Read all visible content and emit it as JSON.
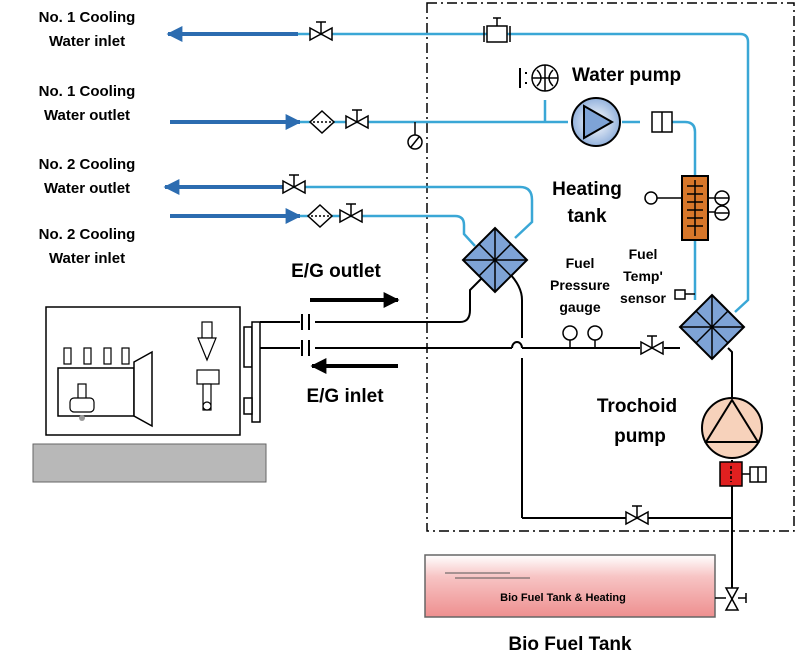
{
  "labels": {
    "no1_cooling_inlet": [
      "No. 1 Cooling",
      "Water inlet"
    ],
    "no1_cooling_outlet": [
      "No. 1 Cooling",
      "Water outlet"
    ],
    "no2_cooling_outlet": [
      "No. 2 Cooling",
      "Water outlet"
    ],
    "no2_cooling_inlet": [
      "No. 2 Cooling",
      "Water inlet"
    ],
    "water_pump": "Water pump",
    "heating_tank": [
      "Heating",
      "tank"
    ],
    "fuel_pressure_gauge": [
      "Fuel",
      "Pressure",
      "gauge"
    ],
    "fuel_temp_sensor": [
      "Fuel",
      "Temp'",
      "sensor"
    ],
    "eg_outlet": "E/G outlet",
    "eg_inlet": "E/G inlet",
    "trochoid_pump": [
      "Trochoid",
      "pump"
    ],
    "tank_inner": "Bio Fuel Tank & Heating",
    "bio_fuel_tank": "Bio Fuel Tank"
  },
  "colors": {
    "water_line": "#3aa7d6",
    "arrow_blue": "#2c6cb0",
    "exchanger": "#7ea3d6",
    "heating_tank": "#d8772a",
    "trochoid": "#f7d2bb",
    "filter_red": "#e02020",
    "tank_pink": "#f2a0a0"
  }
}
